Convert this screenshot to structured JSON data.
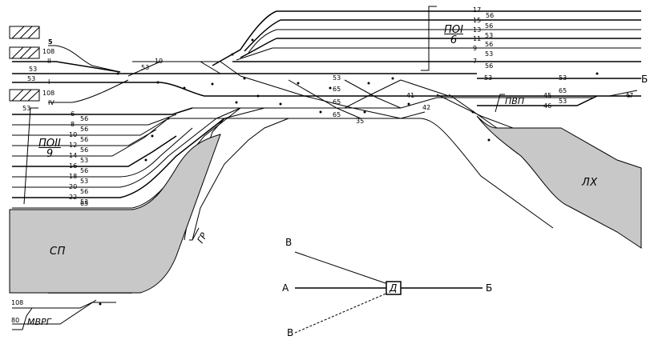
{
  "parks": {
    "sp": "СП",
    "lh": "ЛХ",
    "gr": "ГР",
    "mvrg": "МВРГ",
    "pvp": "ПВП"
  },
  "po1": {
    "num": "ПОI",
    "den": "6"
  },
  "po2": {
    "num": "ПОII",
    "den": "9"
  },
  "direction_b": "Б",
  "left_tracks": {
    "t5": "5",
    "t108a": "108",
    "tII": "II",
    "t53a": "53",
    "t53b": "53",
    "tI": "I",
    "t108b": "108",
    "tIV": "IV",
    "t53c": "53",
    "t108c": "108",
    "t80": "80"
  },
  "top_right_tracks": [
    {
      "num": "17",
      "len": "56"
    },
    {
      "num": "15",
      "len": "56"
    },
    {
      "num": "13",
      "len": "53"
    },
    {
      "num": "11",
      "len": "56"
    },
    {
      "num": "9",
      "len": "53"
    },
    {
      "num": "7",
      "len": "56"
    }
  ],
  "mid_labels": {
    "l19": "19",
    "l53_yard": "53",
    "l53_top": "53",
    "l65a": "65",
    "l65b": "65",
    "l65c": "65",
    "l35": "35",
    "l53_r": "53",
    "l53_r2": "53",
    "l53_r3": "53",
    "l65_r": "65",
    "l41": "41",
    "l42": "42",
    "l45": "45",
    "l46": "46",
    "l47": "47"
  },
  "bottom_left_tracks": [
    {
      "num": "6",
      "len": "56"
    },
    {
      "num": "8",
      "len": "56"
    },
    {
      "num": "10",
      "len": "56"
    },
    {
      "num": "12",
      "len": "56"
    },
    {
      "num": "14",
      "len": "53"
    },
    {
      "num": "16",
      "len": "56"
    },
    {
      "num": "18",
      "len": "53"
    },
    {
      "num": "20",
      "len": "56"
    },
    {
      "num": "22",
      "len": "53"
    },
    {
      "num": "",
      "len": "65"
    }
  ],
  "legend": {
    "a": "А",
    "b": "Б",
    "v_top": "В",
    "v_bottom": "В",
    "d": "Д"
  }
}
